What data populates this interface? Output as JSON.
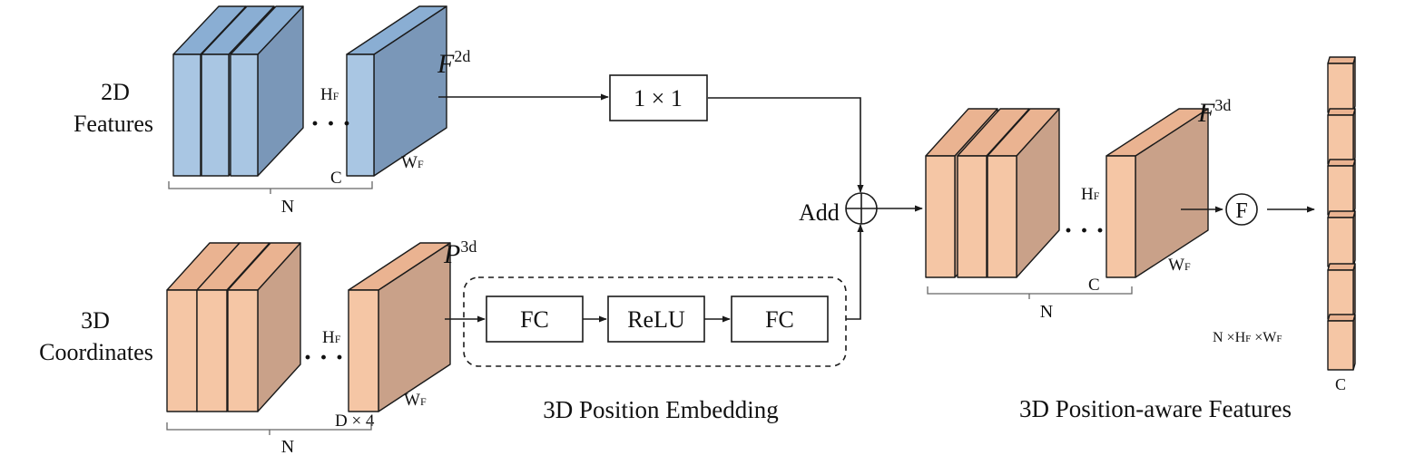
{
  "colors": {
    "blue_front": "#a9c6e3",
    "blue_top": "#8aaed3",
    "blue_side": "#7a97b8",
    "orange_front": "#f5c6a5",
    "orange_top": "#eab391",
    "orange_side": "#c9a189",
    "stroke": "#1a1a1a"
  },
  "features_2d": {
    "label_line1": "2D",
    "label_line2": "Features",
    "symbol": "F",
    "symbol_sup": "2d",
    "h_label": "H",
    "w_label": "W",
    "dim_sub": "F",
    "c_label": "C",
    "n_label": "N",
    "dots": "· · ·"
  },
  "coords_3d": {
    "label_line1": "3D",
    "label_line2": "Coordinates",
    "symbol": "P",
    "symbol_sup": "3d",
    "h_label": "H",
    "w_label": "W",
    "dim_sub": "F",
    "c_label": "D × 4",
    "n_label": "N",
    "dots": "· · ·"
  },
  "conv": {
    "label": "1 × 1"
  },
  "embedding": {
    "fc1": "FC",
    "relu": "ReLU",
    "fc2": "FC",
    "caption": "3D Position Embedding"
  },
  "add": {
    "label": "Add",
    "icon": "circled-plus-icon"
  },
  "features_3d": {
    "symbol": "F",
    "symbol_sup": "3d",
    "h_label": "H",
    "w_label": "W",
    "dim_sub": "F",
    "c_label": "C",
    "n_label": "N",
    "dots": "· · ·",
    "caption": "3D Position-aware Features"
  },
  "flatten": {
    "label": "F",
    "icon": "circled-f-icon"
  },
  "tokens": {
    "shape_n": "N ×",
    "shape_h": "H",
    "shape_x": " ×",
    "shape_w": "W",
    "shape_sub": "F",
    "c_label": "C"
  }
}
